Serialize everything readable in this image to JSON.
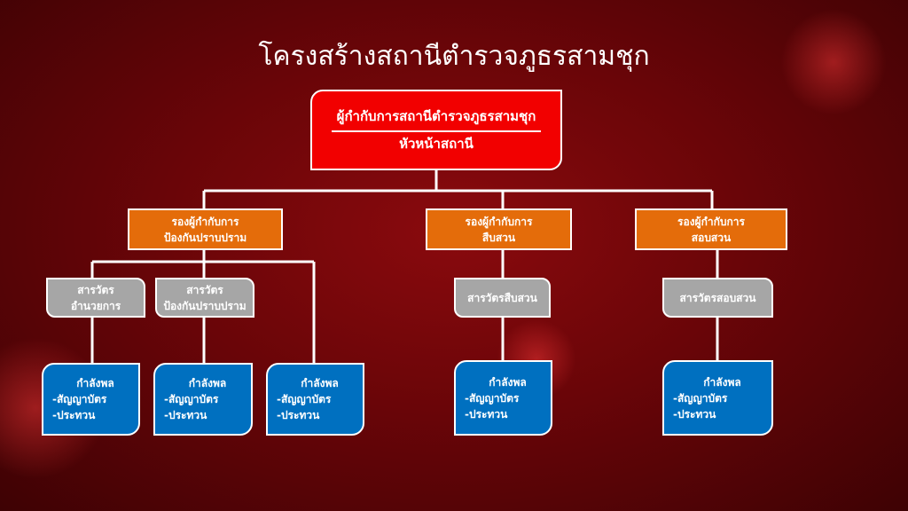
{
  "title": "โครงสร้างสถานีตำรวจภูธรสามชุก",
  "head": {
    "line1": "ผู้กำกับการสถานีตำรวจภูธรสามชุก",
    "line2": "หัวหน้าสถานี"
  },
  "deputies": [
    {
      "line1": "รองผู้กำกับการ",
      "line2": "ป้องกันปราบปราม"
    },
    {
      "line1": "รองผู้กำกับการ",
      "line2": "สืบสวน"
    },
    {
      "line1": "รองผู้กำกับการ",
      "line2": "สอบสวน"
    }
  ],
  "duty": [
    {
      "line1": "สารวัตร",
      "line2": "อำนวยการ"
    },
    {
      "line1": "สารวัตร",
      "line2": "ป้องกันปราบปราม"
    },
    {
      "line1": "สารวัตรสืบสวน"
    },
    {
      "line1": "สารวัตรสอบสวน"
    }
  ],
  "force": {
    "title": "กำลังพล",
    "item1": "-สัญญาบัตร",
    "item2": "-ประทวน"
  },
  "colors": {
    "head": "#f20000",
    "deputy": "#e46c0a",
    "inspector": "#a6a6a6",
    "force": "#0070c0"
  }
}
